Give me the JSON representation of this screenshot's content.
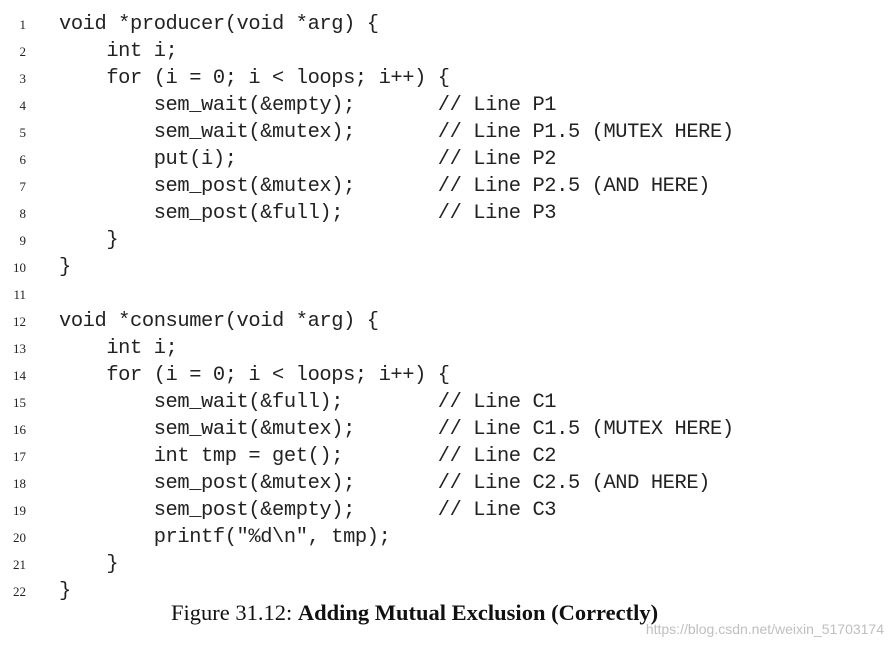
{
  "code": {
    "lines": [
      {
        "number": "1",
        "text": "void *producer(void *arg) {"
      },
      {
        "number": "2",
        "text": "    int i;"
      },
      {
        "number": "3",
        "text": "    for (i = 0; i < loops; i++) {"
      },
      {
        "number": "4",
        "text": "        sem_wait(&empty);       // Line P1"
      },
      {
        "number": "5",
        "text": "        sem_wait(&mutex);       // Line P1.5 (MUTEX HERE)"
      },
      {
        "number": "6",
        "text": "        put(i);                 // Line P2"
      },
      {
        "number": "7",
        "text": "        sem_post(&mutex);       // Line P2.5 (AND HERE)"
      },
      {
        "number": "8",
        "text": "        sem_post(&full);        // Line P3"
      },
      {
        "number": "9",
        "text": "    }"
      },
      {
        "number": "10",
        "text": "}"
      },
      {
        "number": "11",
        "text": ""
      },
      {
        "number": "12",
        "text": "void *consumer(void *arg) {"
      },
      {
        "number": "13",
        "text": "    int i;"
      },
      {
        "number": "14",
        "text": "    for (i = 0; i < loops; i++) {"
      },
      {
        "number": "15",
        "text": "        sem_wait(&full);        // Line C1"
      },
      {
        "number": "16",
        "text": "        sem_wait(&mutex);       // Line C1.5 (MUTEX HERE)"
      },
      {
        "number": "17",
        "text": "        int tmp = get();        // Line C2"
      },
      {
        "number": "18",
        "text": "        sem_post(&mutex);       // Line C2.5 (AND HERE)"
      },
      {
        "number": "19",
        "text": "        sem_post(&empty);       // Line C3"
      },
      {
        "number": "20",
        "text": "        printf(\"%d\\n\", tmp);"
      },
      {
        "number": "21",
        "text": "    }"
      },
      {
        "number": "22",
        "text": "}"
      }
    ]
  },
  "caption": {
    "label": "Figure 31.12: ",
    "title": "Adding Mutual Exclusion (Correctly)"
  },
  "watermark": {
    "text": "https://blog.csdn.net/weixin_51703174"
  }
}
